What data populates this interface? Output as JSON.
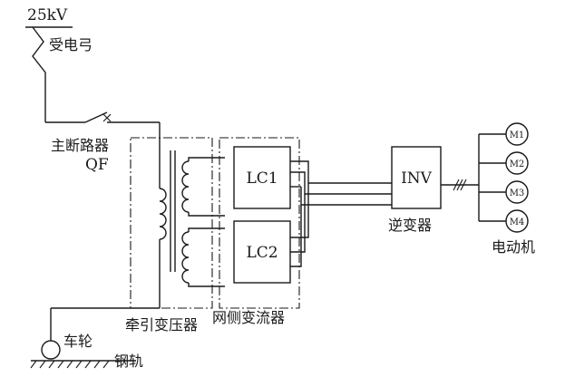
{
  "labels": {
    "voltage": "25kV",
    "pantograph": "受电弓",
    "breaker": "主断路器",
    "breaker_code": "QF",
    "transformer": "牵引变压器",
    "converter": "网侧变流器",
    "inverter": "逆变器",
    "motor_group": "电动机",
    "wheel": "车轮",
    "rail": "钢轨"
  },
  "boxes": {
    "lc1": "LC1",
    "lc2": "LC2",
    "inv": "INV"
  },
  "motors": [
    "M1",
    "M2",
    "M3",
    "M4"
  ]
}
